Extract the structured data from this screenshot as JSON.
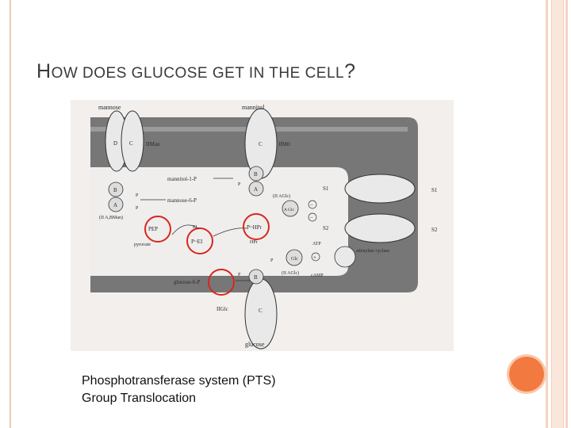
{
  "slide": {
    "title_first_letter": "H",
    "title_rest": "OW DOES GLUCOSE GET IN THE CELL",
    "title_end": "?",
    "caption_line1": "Phosphotransferase system (PTS)",
    "caption_line2": "Group Translocation"
  },
  "diagram": {
    "mannose": "mannose",
    "mannitol": "mannitol",
    "glucose": "glucose",
    "d": "D",
    "c_man": "C",
    "iiman": "IIMan",
    "c_mtl": "C",
    "iimtl": "IIMtl",
    "b_mtl": "B",
    "a_mtl": "A",
    "mannitol_1_p": "mannitol-1-P",
    "mannose_6_p": "mannose-6-P",
    "b_man": "B",
    "a_man": "A",
    "p1": "P",
    "p2": "P",
    "p3": "P",
    "p4": "P",
    "p5": "P",
    "ii_ab_man": "(II A,BMan)",
    "ii_a_glc_top": "(II AGlc)",
    "a_glc": "A Glc",
    "s1": "S1",
    "s2": "S2",
    "s1_out": "S1",
    "s2_out": "S2",
    "pep": "PEP",
    "pyruvate": "pyruvate",
    "ei": "EI",
    "p_ei": "P~EI",
    "p_hpr": "P~HPr",
    "hpr": "HPr",
    "atp": "ATP",
    "a_glc_low": "Glc",
    "plus": "+",
    "adenylate_cyclase": "adenylate cyclase",
    "ii_a_glc_low": "(II AGlc)",
    "camp": "cAMP",
    "glucose_6_p": "glucose-6-P",
    "b_glc": "B",
    "iiglc": "IIGlc",
    "c_glc": "C",
    "minus1": "−",
    "minus2": "−"
  },
  "colors": {
    "accent": "#f2793f",
    "highlight_circle": "#d8261f",
    "membrane": "#6e6e6e"
  }
}
